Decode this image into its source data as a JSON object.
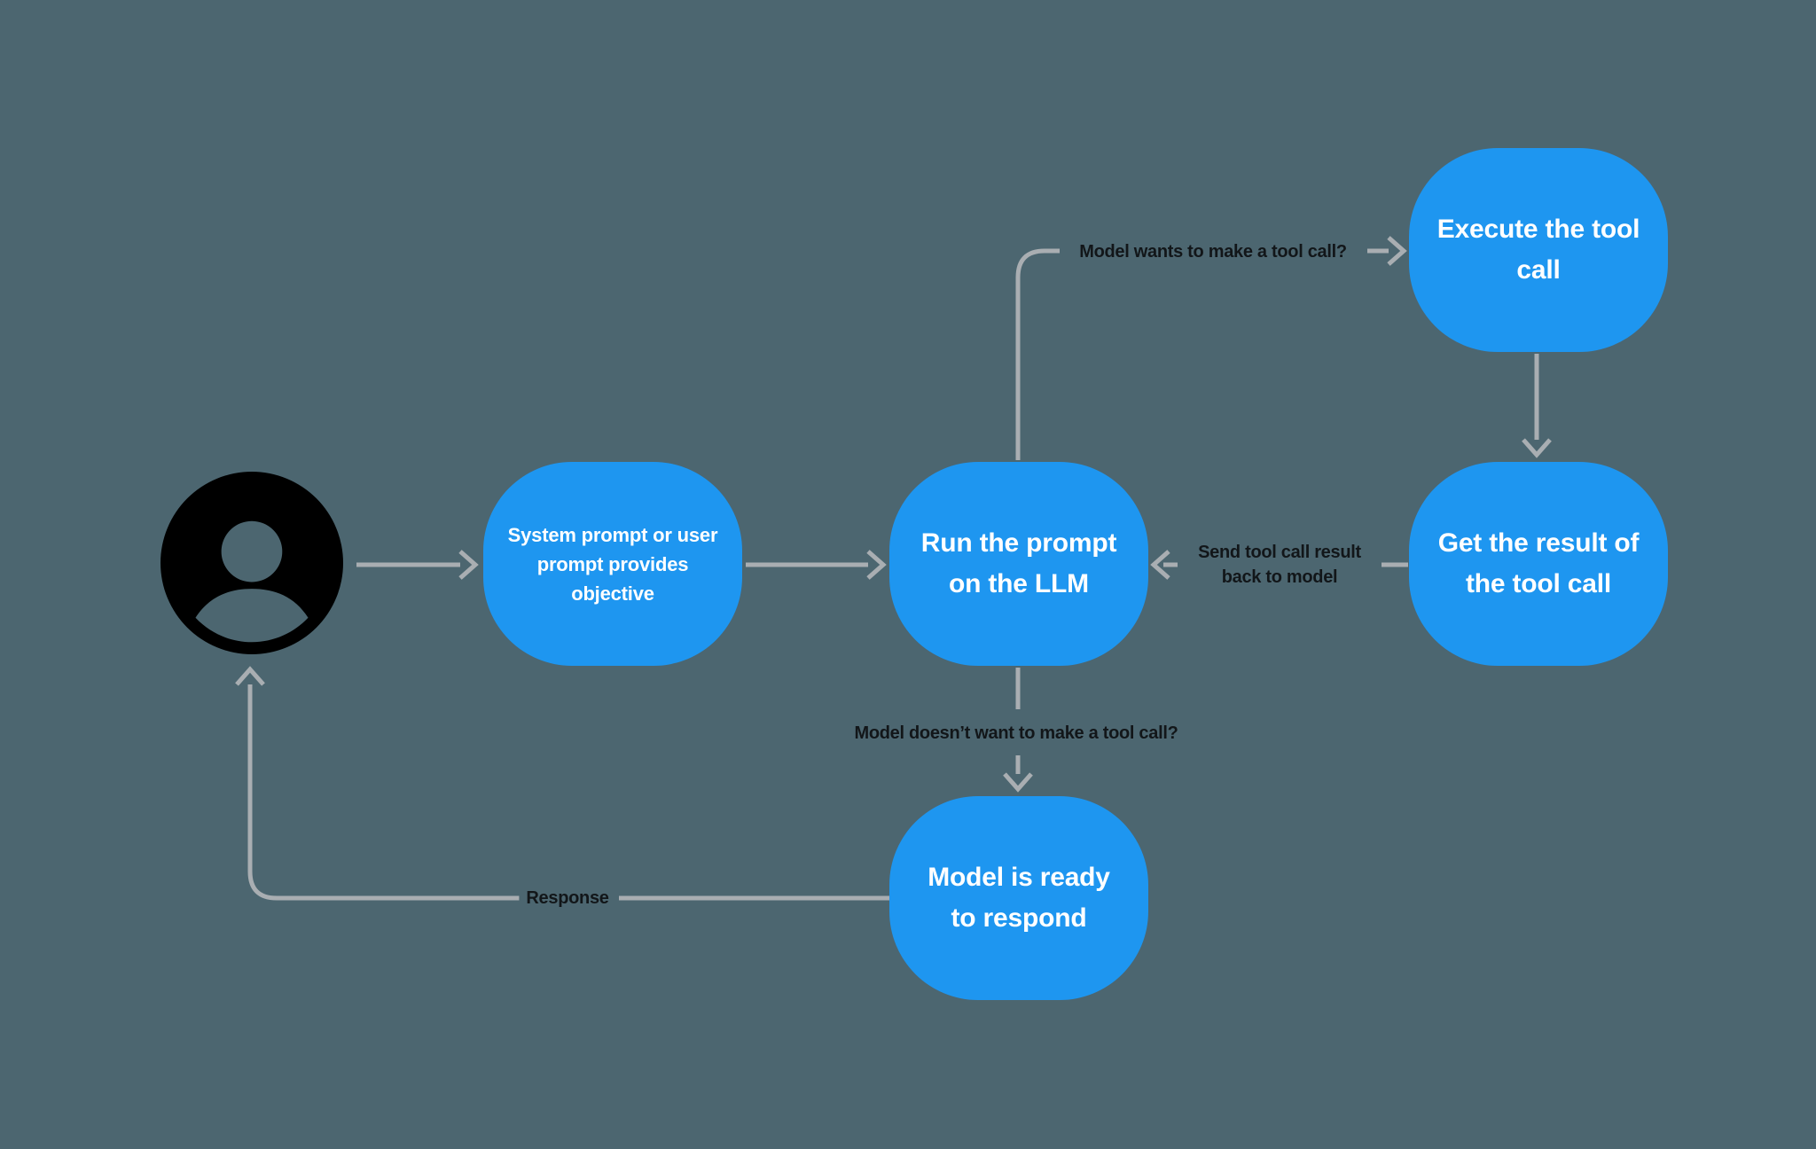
{
  "colors": {
    "background": "#4C6670",
    "node_fill": "#1E96F0",
    "node_text": "#FFFFFF",
    "edge_line": "#A9AEB2",
    "edge_label_text": "#121619",
    "user_icon": "#000000"
  },
  "nodes": {
    "objective": {
      "label": "System prompt or user\nprompt provides\nobjective"
    },
    "run_prompt": {
      "label": "Run the prompt\non the LLM"
    },
    "execute_tool": {
      "label": "Execute the tool\ncall"
    },
    "get_result": {
      "label": "Get the result of\nthe tool call"
    },
    "ready_respond": {
      "label": "Model is ready\nto respond"
    }
  },
  "edge_labels": {
    "wants_tool_call": "Model wants to make a tool call?",
    "send_result_back": "Send tool call result\nback to model",
    "no_tool_call": "Model doesn’t want to make a tool call?",
    "response": "Response"
  },
  "icons": {
    "user": "user-avatar-icon"
  }
}
